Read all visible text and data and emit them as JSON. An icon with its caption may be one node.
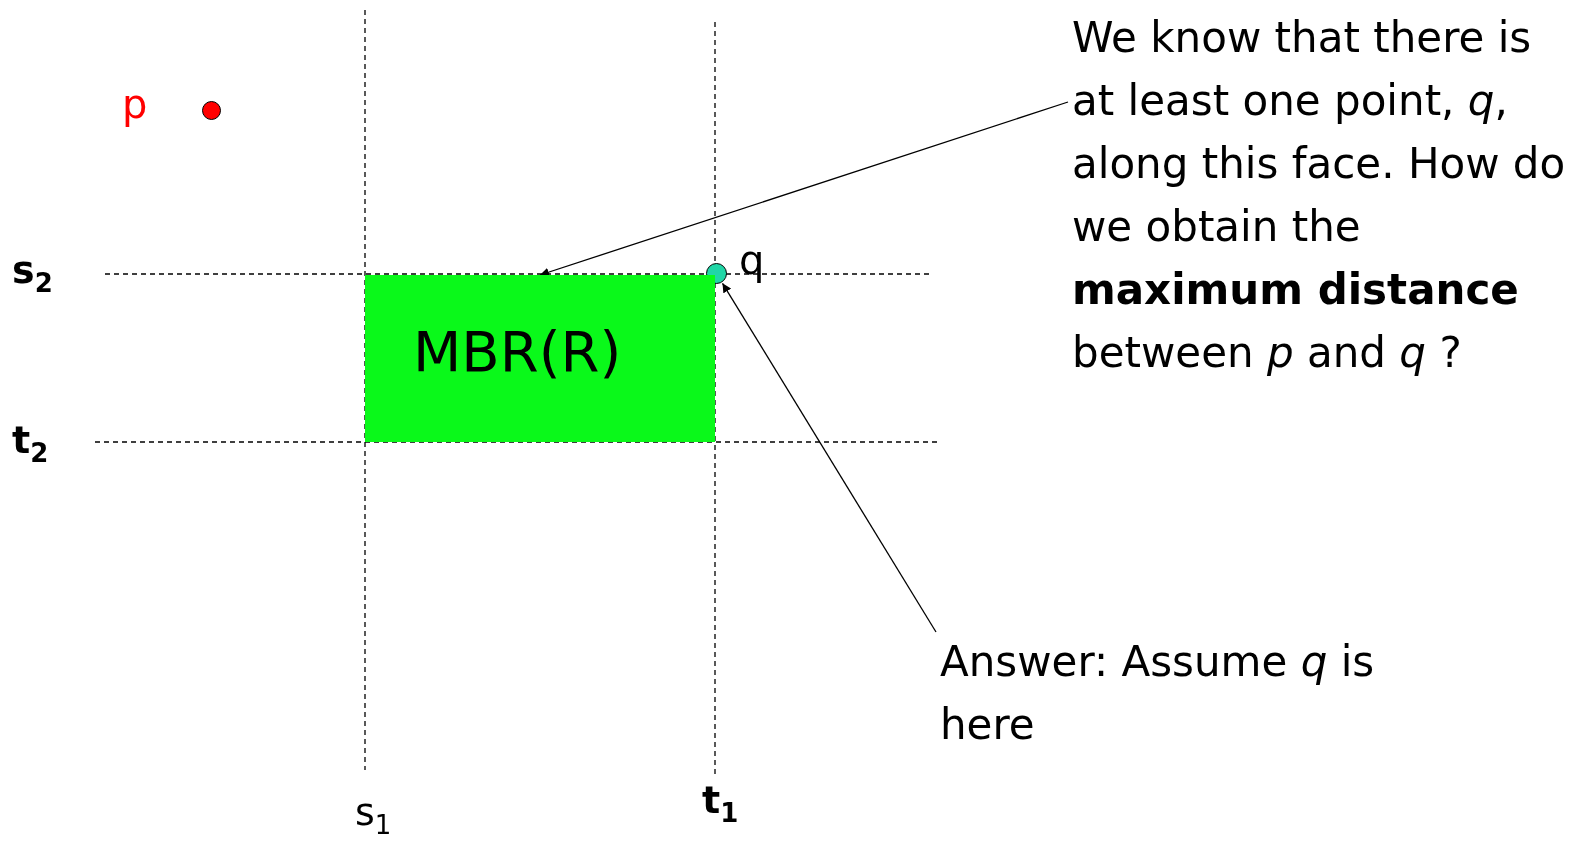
{
  "diagram": {
    "nodes": [
      {
        "text": [],
        "shape": "circle",
        "beside": [
          "p"
        ]
      },
      {
        "text": [
          "We know that there is at least one point, *q*, along this face. How do we obtain the **maximum distance** between *p* and *q* ?"
        ]
      },
      {
        "text": [],
        "shape": "circle",
        "beside": [
          "q"
        ]
      },
      {
        "text": [
          "MBR(R)"
        ]
      },
      {
        "text": [
          "Answer: Assume *q* is here"
        ]
      }
    ],
    "edges": [
      {
        "from": 1,
        "to": 3,
        "arrow": "to"
      },
      {
        "from": 4,
        "to": 2,
        "arrow": "to"
      }
    ],
    "labels": [
      "s$_{2}$",
      "t$_{2}$",
      "s$_{1}$",
      "t$_{1}$"
    ]
  }
}
